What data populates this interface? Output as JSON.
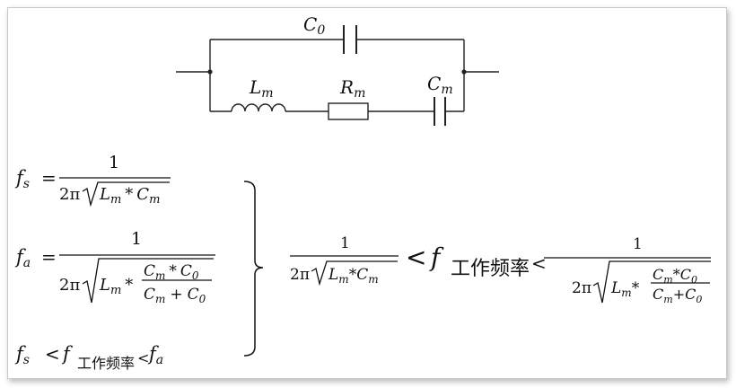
{
  "circuit": {
    "c0_label": "C",
    "c0_sub": "0",
    "lm_label": "L",
    "lm_sub": "m",
    "rm_label": "R",
    "rm_sub": "m",
    "cm_label": "C",
    "cm_sub": "m"
  },
  "formulas": {
    "fs": "f",
    "fs_sub": "s",
    "fa": "f",
    "fa_sub": "a",
    "eq": "=",
    "one": "1",
    "two_pi": "2π",
    "L": "L",
    "C": "C",
    "m": "m",
    "zero": "0",
    "star": "*",
    "plus": "+",
    "lt": "<",
    "work_freq": "工作频率"
  },
  "colors": {
    "ink": "#111111",
    "frame_border": "#c8c8c8"
  }
}
